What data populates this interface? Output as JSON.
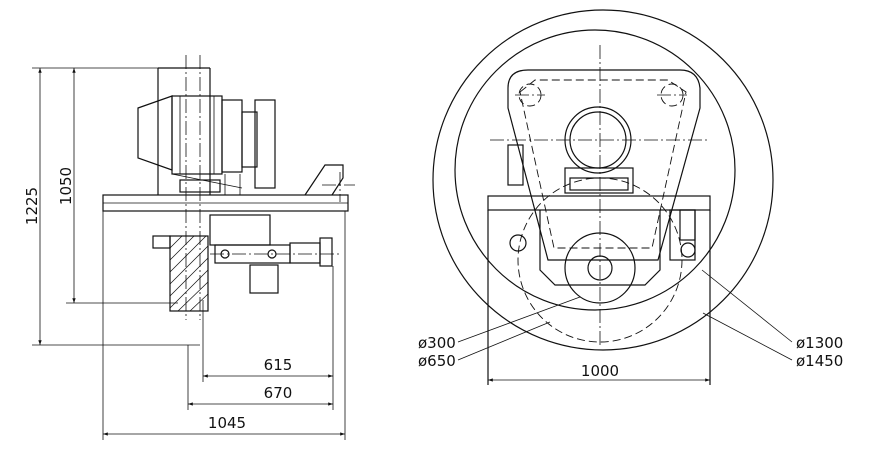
{
  "dimensions": {
    "side_view": {
      "overall_height": "1225",
      "upper_height": "1050",
      "width_615": "615",
      "width_670": "670",
      "width_1045": "1045"
    },
    "front_view": {
      "dia_300": "ø300",
      "dia_650": "ø650",
      "dia_1300": "ø1300",
      "dia_1450": "ø1450",
      "width_1000": "1000"
    }
  }
}
